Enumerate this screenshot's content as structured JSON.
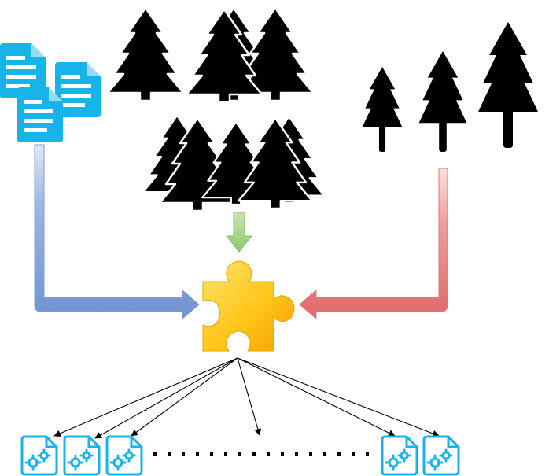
{
  "diagram": {
    "inputs": [
      {
        "id": "documents",
        "icon": "documents-icon",
        "color": "#16b4ea"
      },
      {
        "id": "forest-group-top",
        "icon": "conifer-trees-icon",
        "color": "#000000"
      },
      {
        "id": "forest-group-middle",
        "icon": "conifer-trees-icon",
        "color": "#000000"
      },
      {
        "id": "trees-right",
        "icon": "tree-icon",
        "color": "#000000"
      }
    ],
    "combiner": {
      "icon": "puzzle-piece-icon",
      "color_top": "#ffd84a",
      "color_bottom": "#f5a800"
    },
    "connectors": {
      "left_arrow_color": "#6f93cf",
      "top_arrow_color": "#9ccc7c",
      "right_arrow_color": "#e0696a"
    },
    "outputs": {
      "icon": "gear-document-icon",
      "color": "#16b4ea",
      "visible_count": 5,
      "ellipsis": "dotted-line"
    }
  }
}
